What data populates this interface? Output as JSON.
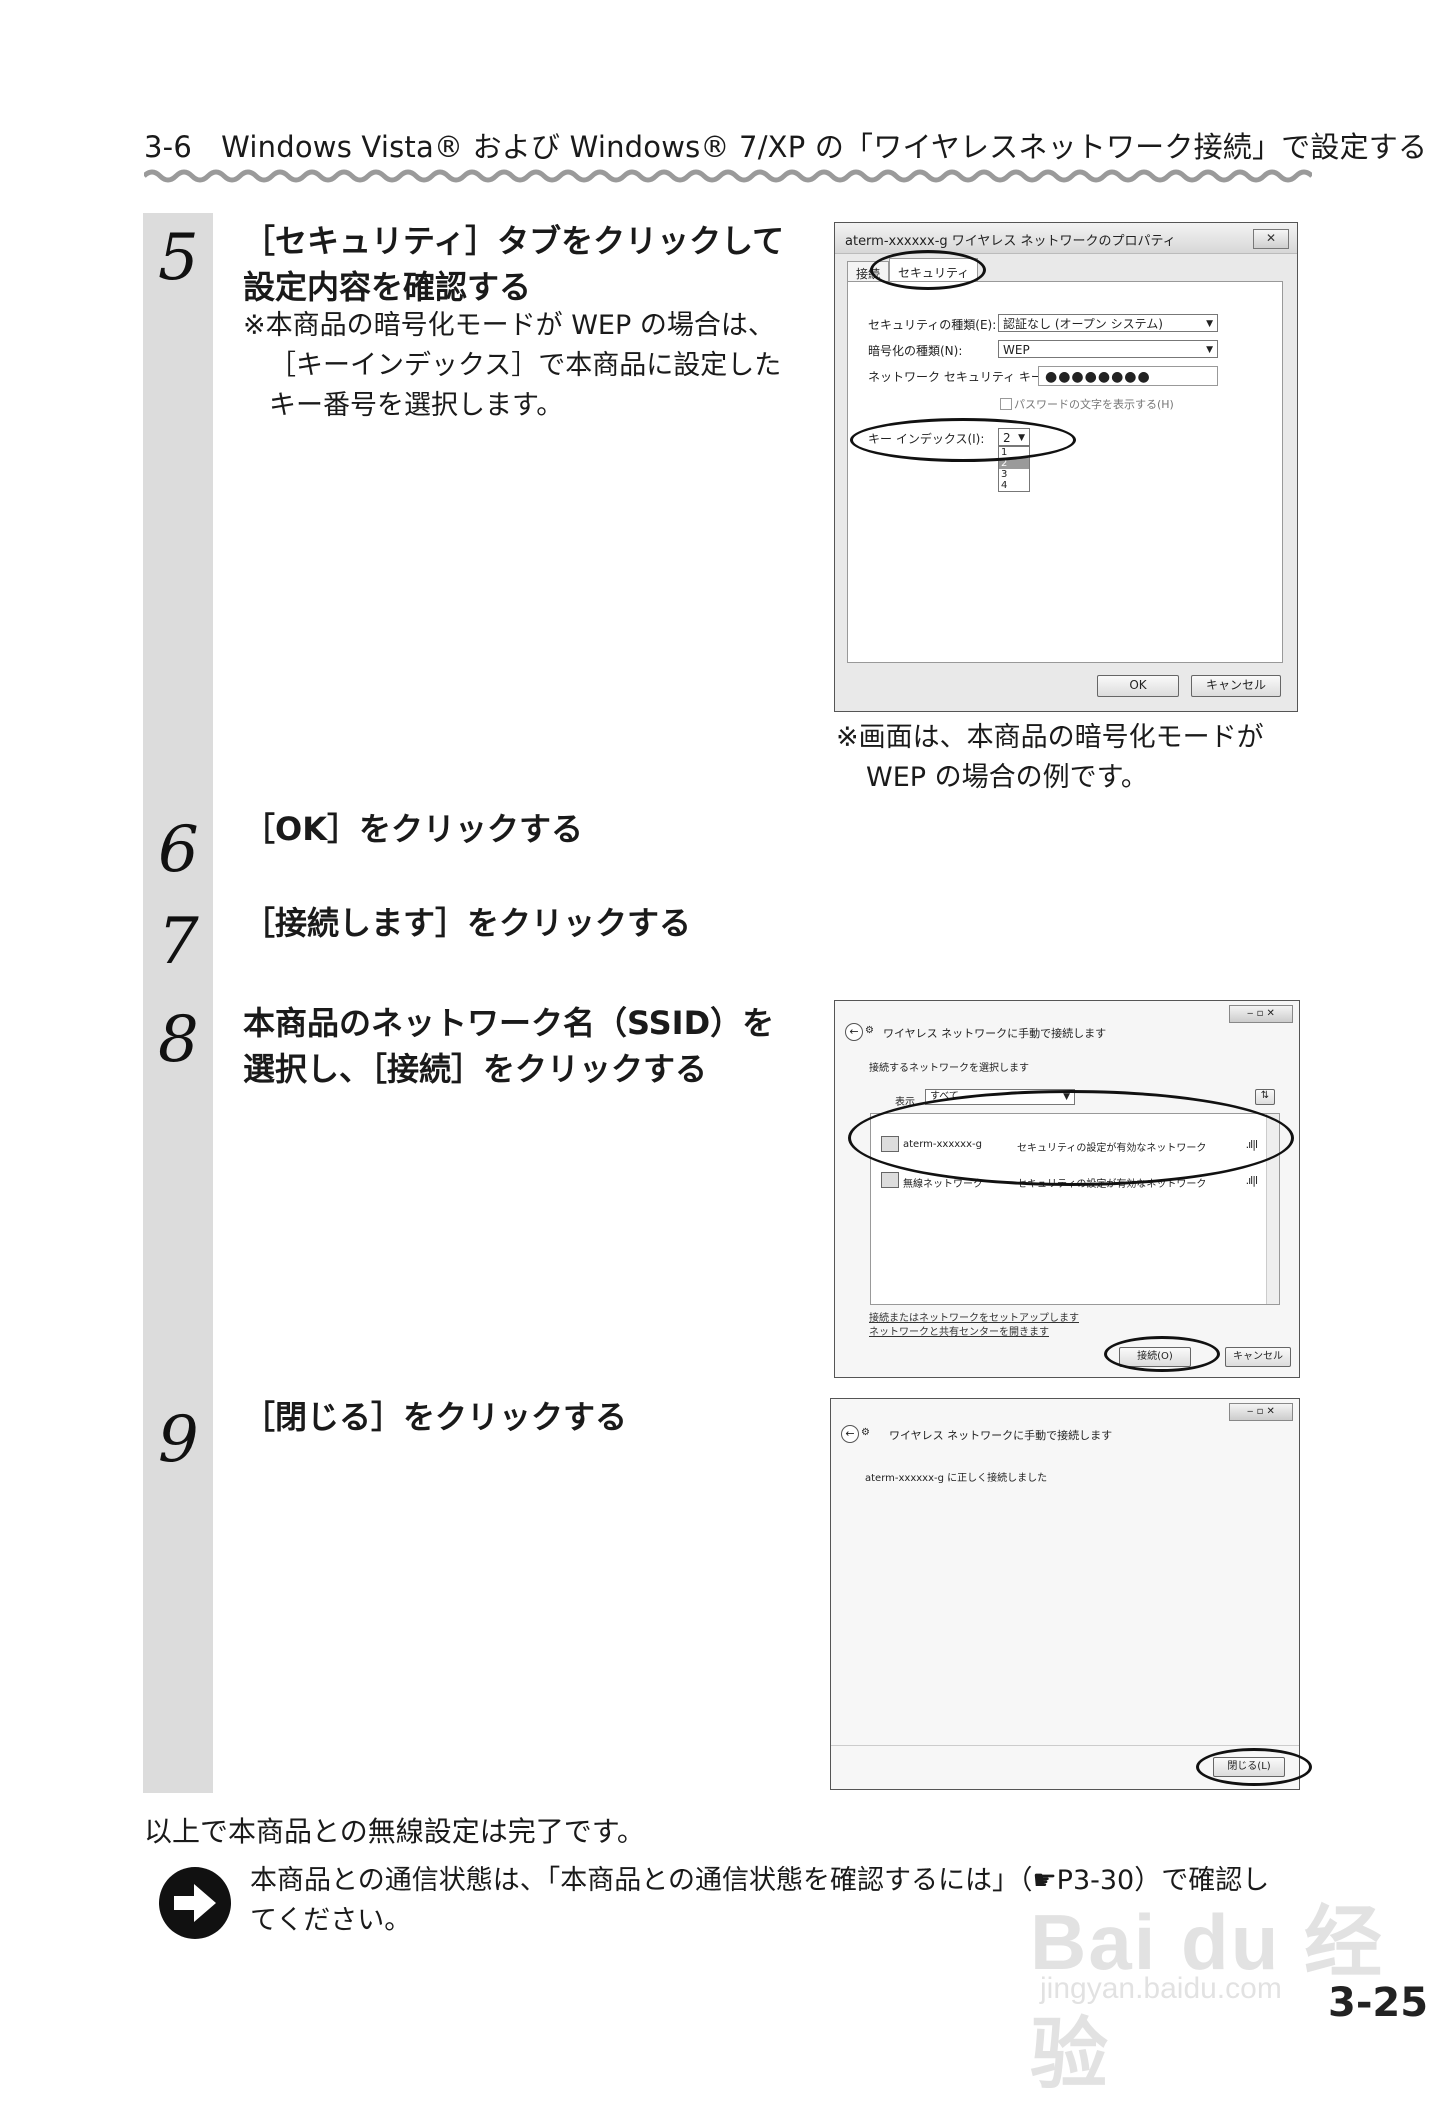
{
  "header": {
    "title": "3-6　Windows Vista® および Windows® 7/XP の「ワイヤレスネットワーク接続」で設定する"
  },
  "steps": [
    {
      "number": "5",
      "title_line1": "［セキュリティ］タブをクリックして",
      "title_line2": "設定内容を確認する",
      "note_line1": "※本商品の暗号化モードが WEP の場合は、",
      "note_line2": "［キーインデックス］で本商品に設定した",
      "note_line3": "キー番号を選択します。"
    },
    {
      "number": "6",
      "title": "［OK］をクリックする"
    },
    {
      "number": "7",
      "title": "［接続します］をクリックする"
    },
    {
      "number": "8",
      "title_line1": "本商品のネットワーク名（SSID）を",
      "title_line2": "選択し、［接続］をクリックする"
    },
    {
      "number": "9",
      "title": "［閉じる］をクリックする"
    }
  ],
  "caption": {
    "line1": "※画面は、本商品の暗号化モードが",
    "line2": "WEP の場合の例です。"
  },
  "dialog_security": {
    "title": "aterm-xxxxxx-g ワイヤレス ネットワークのプロパティ",
    "tabs": [
      "接続",
      "セキュリティ"
    ],
    "security_type_label": "セキュリティの種類(E):",
    "security_type_value": "認証なし (オープン システム)",
    "encryption_type_label": "暗号化の種類(N):",
    "encryption_type_value": "WEP",
    "network_key_label": "ネットワーク セキュリティ キー(K):",
    "network_key_value": "●●●●●●●●",
    "show_chars_label": "パスワードの文字を表示する(H)",
    "key_index_label": "キー インデックス(I):",
    "key_index_value": "2",
    "key_index_options": [
      "1",
      "2",
      "3",
      "4"
    ],
    "ok_label": "OK",
    "cancel_label": "キャンセル",
    "close_glyph": "✕"
  },
  "dialog_connect": {
    "window_title": "ワイヤレス ネットワークに手動で接続します",
    "heading": "接続するネットワークを選択します",
    "show_label": "表示",
    "show_value": "すべて",
    "networks": [
      {
        "name": "aterm-xxxxxx-g",
        "security": "セキュリティの設定が有効なネットワーク",
        "signal": ".ıl|l"
      },
      {
        "name": "無線ネットワーク",
        "security": "セキュリティの設定が有効なネットワーク",
        "signal": ".ıl|l"
      }
    ],
    "link1": "接続またはネットワークをセットアップします",
    "link2": "ネットワークと共有センターを開きます",
    "connect_label": "接続(O)",
    "cancel_label": "キャンセル"
  },
  "dialog_finish": {
    "window_title": "ワイヤレス ネットワークに手動で接続します",
    "message": "aterm-xxxxxx-g に正しく接続しました",
    "close_label": "閉じる(L)"
  },
  "footer": {
    "finish_text": "以上で本商品との無線設定は完了です。",
    "ref_line1": "本商品との通信状態は、「本商品との通信状態を確認するには」（☛P3-30）で確認し",
    "ref_line2": "てください。",
    "page_number": "3-25"
  },
  "watermark": {
    "brand": "Bai du 经验",
    "url": "jingyan.baidu.com"
  }
}
